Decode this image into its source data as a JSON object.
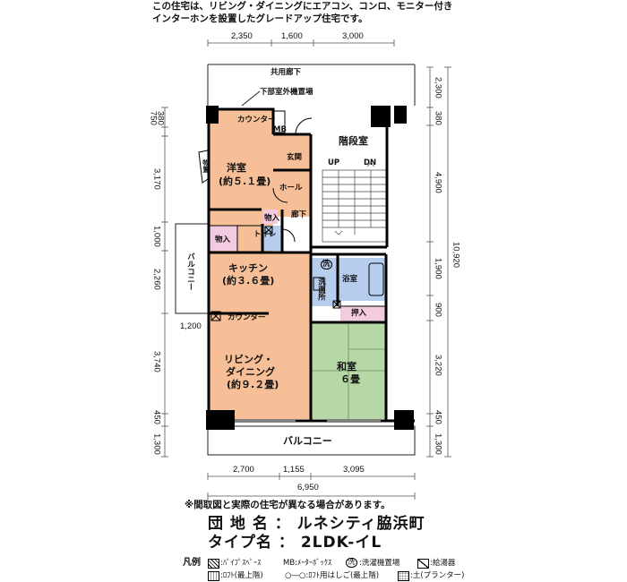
{
  "header": {
    "line1": "この住宅は、リビング・ダイニングにエアコン、コンロ、モニター付き",
    "line2": "インターホンを設置したグレードアップ住宅です。"
  },
  "dims_top": [
    "2,350",
    "1,600",
    "3,000"
  ],
  "dims_bottom": [
    "2,700",
    "1,155",
    "3,095"
  ],
  "dim_total_width": "6,950",
  "dims_left": [
    "750",
    "380",
    "3,170",
    "1,000",
    "2,260",
    "1,200",
    "3,740",
    "450",
    "1,300"
  ],
  "dims_right": [
    "2,300",
    "380",
    "4,900",
    "10,920",
    "1,900",
    "900",
    "3,220",
    "450",
    "1,300"
  ],
  "labels": {
    "common_corridor": "共用廊下",
    "outdoor_unit": "下部室外機置場",
    "counter_top": "カウンター",
    "mb": "MB",
    "stairs": "階段室",
    "up": "UP",
    "dn": "DN",
    "entrance": "玄関",
    "hall": "ホール",
    "corridor": "廊下",
    "western_room": "洋室",
    "western_area": "(約５.１畳)",
    "closet": "物入",
    "closet2": "物入",
    "toilet": "トイレ",
    "kitchen": "キッチン",
    "kitchen_area": "(約３.６畳)",
    "wash_machine": "洗",
    "washroom": "洗面所",
    "bath": "浴室",
    "oshiire": "押入",
    "counter": "カウンター",
    "living1": "リビング・",
    "living2": "ダイニング",
    "living_area": "(約９.２畳)",
    "washitsu": "和室",
    "washitsu_area": "６畳",
    "balcony_side": "バルコニー",
    "balcony_bottom": "バルコニー",
    "storage_side": "物置"
  },
  "footer": {
    "note": "※間取図と実際の住宅が異なる場合があります。",
    "name_label": "団 地 名 ： ルネシティ脇浜町",
    "type_label": "タイプ名 ： 2LDK-イL"
  },
  "legend": {
    "title": "凡例",
    "pipe": ":ﾊﾟｲﾌﾟｽﾍﾟｰｽ",
    "mb": "MB:ﾒｰﾀｰﾎﾞｯｸｽ",
    "wash_mark": "洗",
    "wash": ":洗濯機置場",
    "heater": ":給湯器",
    "loft": ":ﾛﾌﾄ(最上階)",
    "ladder": "○―○:ﾛﾌﾄ用はしご(最上階)",
    "soil": ":土(プランター)"
  },
  "colors": {
    "wood": "#f6bf97",
    "tatami": "#b6d7a6",
    "wet": "#b7cdee",
    "closet": "#f3cbe0",
    "wall": "#000000"
  }
}
